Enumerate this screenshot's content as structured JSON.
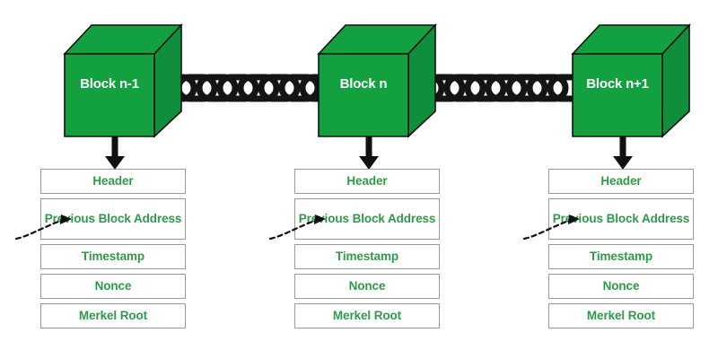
{
  "diagram": {
    "title": "Blockchain block structure chain diagram",
    "background_color": "#ffffff",
    "colors": {
      "cube_front": "#13a03f",
      "cube_top": "#12a041",
      "cube_side": "#0f8f3c",
      "cube_edge": "#111111",
      "cube_label_text": "#ffffff",
      "field_text": "#2e9b48",
      "field_border": "#9a9a9a",
      "chain": "#141414",
      "arrow": "#111111",
      "dashed_arrow": "#111111"
    },
    "chain_link_count_per_gap": 4,
    "blocks": [
      {
        "id": "block-n-minus-1",
        "cube_label": "Block n-1",
        "fields": [
          {
            "name": "header",
            "label": "Header",
            "lines": 1
          },
          {
            "name": "previous-block-address",
            "label": "Previous Block Address",
            "lines": 2
          },
          {
            "name": "timestamp",
            "label": "Timestamp",
            "lines": 1
          },
          {
            "name": "nonce",
            "label": "Nonce",
            "lines": 1
          },
          {
            "name": "merkel-root",
            "label": "Merkel Root",
            "lines": 1
          }
        ]
      },
      {
        "id": "block-n",
        "cube_label": "Block n",
        "fields": [
          {
            "name": "header",
            "label": "Header",
            "lines": 1
          },
          {
            "name": "previous-block-address",
            "label": "Previous Block Address",
            "lines": 2
          },
          {
            "name": "timestamp",
            "label": "Timestamp",
            "lines": 1
          },
          {
            "name": "nonce",
            "label": "Nonce",
            "lines": 1
          },
          {
            "name": "merkel-root",
            "label": "Merkel Root",
            "lines": 1
          }
        ]
      },
      {
        "id": "block-n-plus-1",
        "cube_label": "Block n+1",
        "fields": [
          {
            "name": "header",
            "label": "Header",
            "lines": 1
          },
          {
            "name": "previous-block-address",
            "label": "Previous Block Address",
            "lines": 2
          },
          {
            "name": "timestamp",
            "label": "Timestamp",
            "lines": 1
          },
          {
            "name": "nonce",
            "label": "Nonce",
            "lines": 1
          },
          {
            "name": "merkel-root",
            "label": "Merkel Root",
            "lines": 1
          }
        ]
      }
    ],
    "icons": {
      "chain_link": "chain-link-icon",
      "down_arrow": "down-arrow-icon",
      "dashed_pointer": "dashed-curved-arrow-icon",
      "cube": "cube-icon"
    }
  }
}
